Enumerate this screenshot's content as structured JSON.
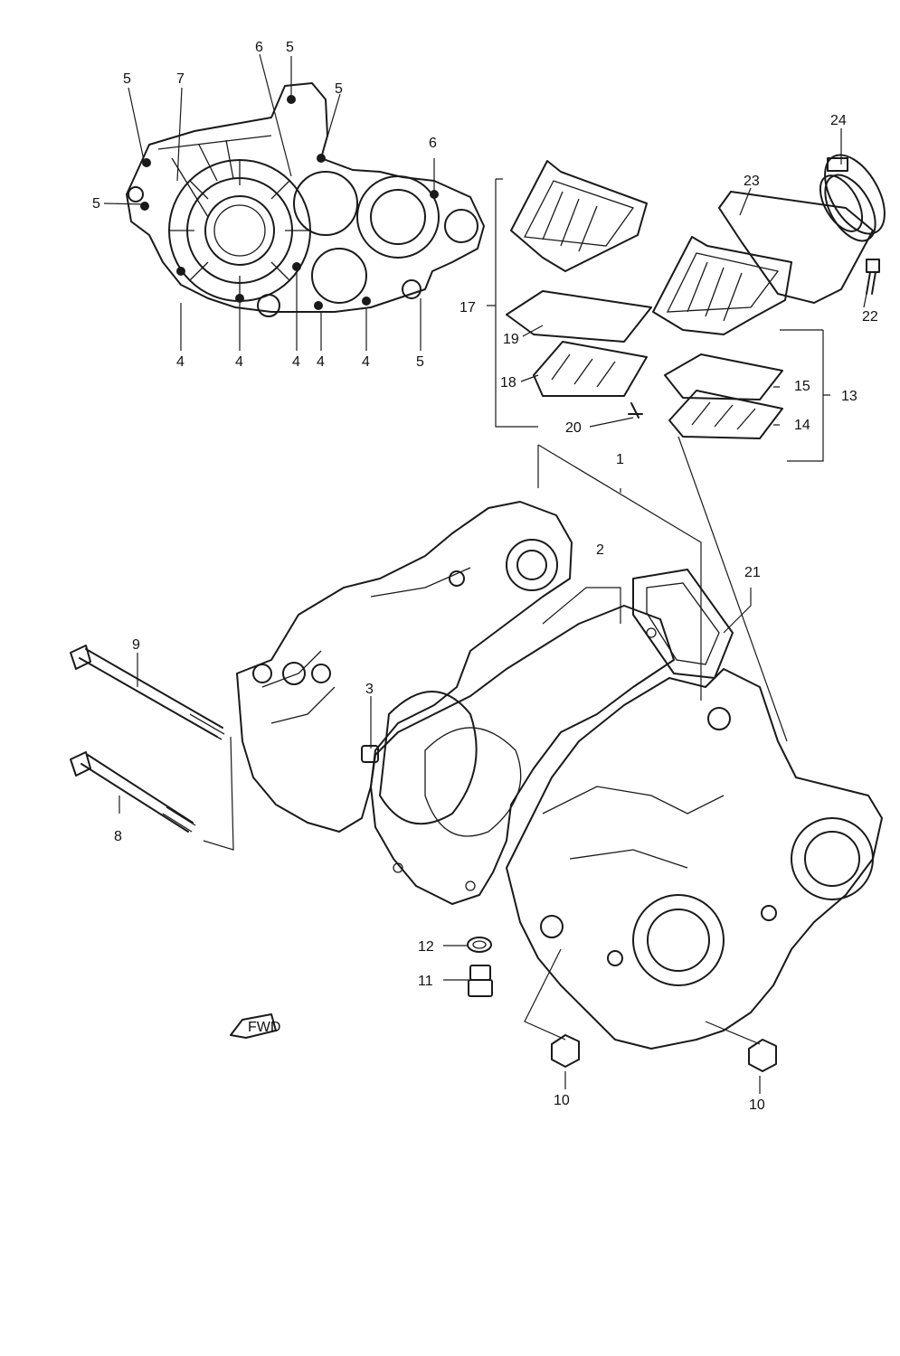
{
  "callouts": {
    "c1": "1",
    "c2": "2",
    "c3": "3",
    "c4a": "4",
    "c4b": "4",
    "c4c": "4",
    "c4d": "4",
    "c4e": "4",
    "c5a": "5",
    "c5b": "5",
    "c5c": "5",
    "c5d": "5",
    "c5e": "5",
    "c6a": "6",
    "c6b": "6",
    "c7": "7",
    "c8": "8",
    "c9": "9",
    "c10a": "10",
    "c10b": "10",
    "c11": "11",
    "c12": "12",
    "c13": "13",
    "c14": "14",
    "c15": "15",
    "c17": "17",
    "c18": "18",
    "c19": "19",
    "c20": "20",
    "c21": "21",
    "c22": "22",
    "c23": "23",
    "c24": "24"
  },
  "fwd_arrow_label": "FWD",
  "colors": {
    "ink": "#1a1a1a",
    "paper": "#ffffff"
  }
}
